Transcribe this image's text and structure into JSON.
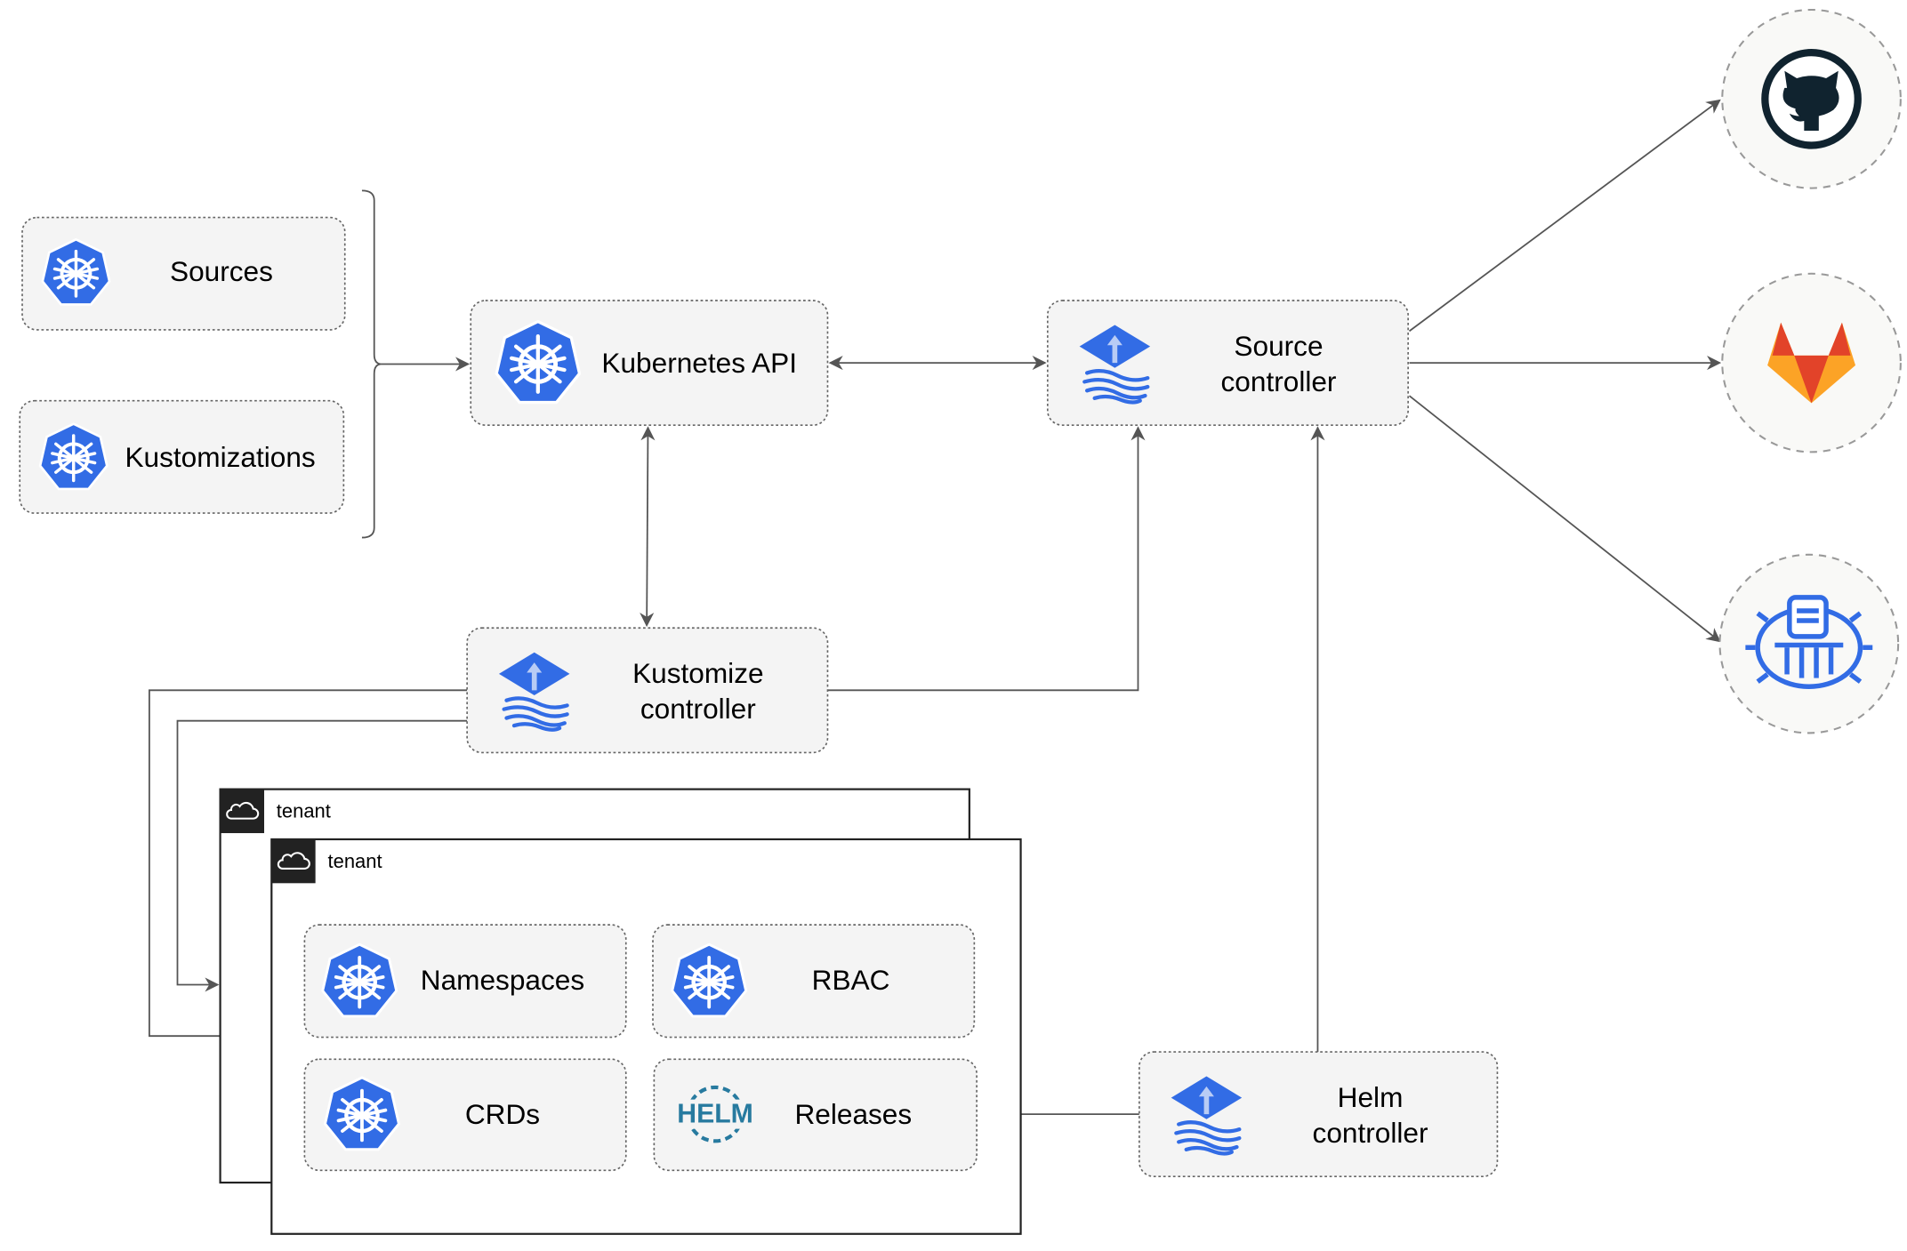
{
  "nodes": {
    "sources": {
      "label": "Sources",
      "icon": "kubernetes-icon"
    },
    "kustomizations": {
      "label": "Kustomizations",
      "icon": "kubernetes-icon"
    },
    "kubernetes_api": {
      "label": "Kubernetes API",
      "icon": "kubernetes-icon"
    },
    "source_controller": {
      "line1": "Source",
      "line2": "controller",
      "icon": "flux-icon"
    },
    "kustomize_controller": {
      "line1": "Kustomize",
      "line2": "controller",
      "icon": "flux-icon"
    },
    "helm_controller": {
      "line1": "Helm",
      "line2": "controller",
      "icon": "flux-icon"
    },
    "namespaces": {
      "label": "Namespaces",
      "icon": "kubernetes-icon"
    },
    "rbac": {
      "label": "RBAC",
      "icon": "kubernetes-icon"
    },
    "crds": {
      "label": "CRDs",
      "icon": "kubernetes-icon"
    },
    "releases": {
      "label": "Releases",
      "icon": "helm-icon",
      "icon_text": "HELM"
    }
  },
  "tenants": [
    {
      "label": "tenant",
      "icon": "cloud-icon"
    },
    {
      "label": "tenant",
      "icon": "cloud-icon"
    }
  ],
  "external_sources": [
    {
      "icon": "github-icon"
    },
    {
      "icon": "gitlab-icon"
    },
    {
      "icon": "bucket-icon"
    }
  ],
  "colors": {
    "kubernetes_blue": "#326CE5",
    "helm_blue": "#277A9F",
    "gitlab_orange": "#E24329",
    "github_dark": "#10232F",
    "edge": "#555555"
  }
}
